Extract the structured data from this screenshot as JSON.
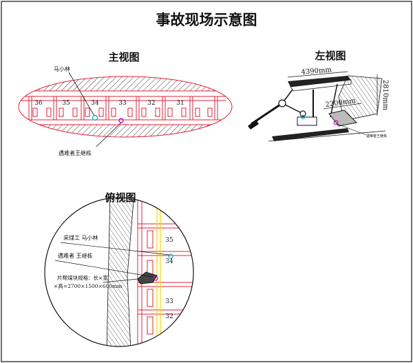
{
  "title": "事故现场示意图",
  "front_view": {
    "title": "主视图",
    "label_top": "马小林",
    "label_bottom": "遇难者王继栋",
    "support_numbers": [
      "36",
      "35",
      "34",
      "33",
      "32",
      "31"
    ]
  },
  "side_view": {
    "title": "左视图",
    "dim_length": "4390mm",
    "dim_height": "2810mm",
    "dim_depth": "2200mm",
    "label_victim": "遇难者王继栋"
  },
  "top_view": {
    "title": "俯视图",
    "label_worker": "采煤工  马小林",
    "label_victim": "遇难者  王继栋",
    "label_coal_line1": "片帮煤块规格：长×宽",
    "label_coal_line2": "×高=2700×1500×600mm",
    "support_numbers": [
      "35",
      "34",
      "33",
      "32"
    ]
  },
  "colors": {
    "support_red": "#e0203a",
    "marker_cyan": "#00b7c8",
    "marker_magenta": "#c800c8",
    "highlight_yellow": "#ffd400",
    "line_black": "#111111"
  }
}
